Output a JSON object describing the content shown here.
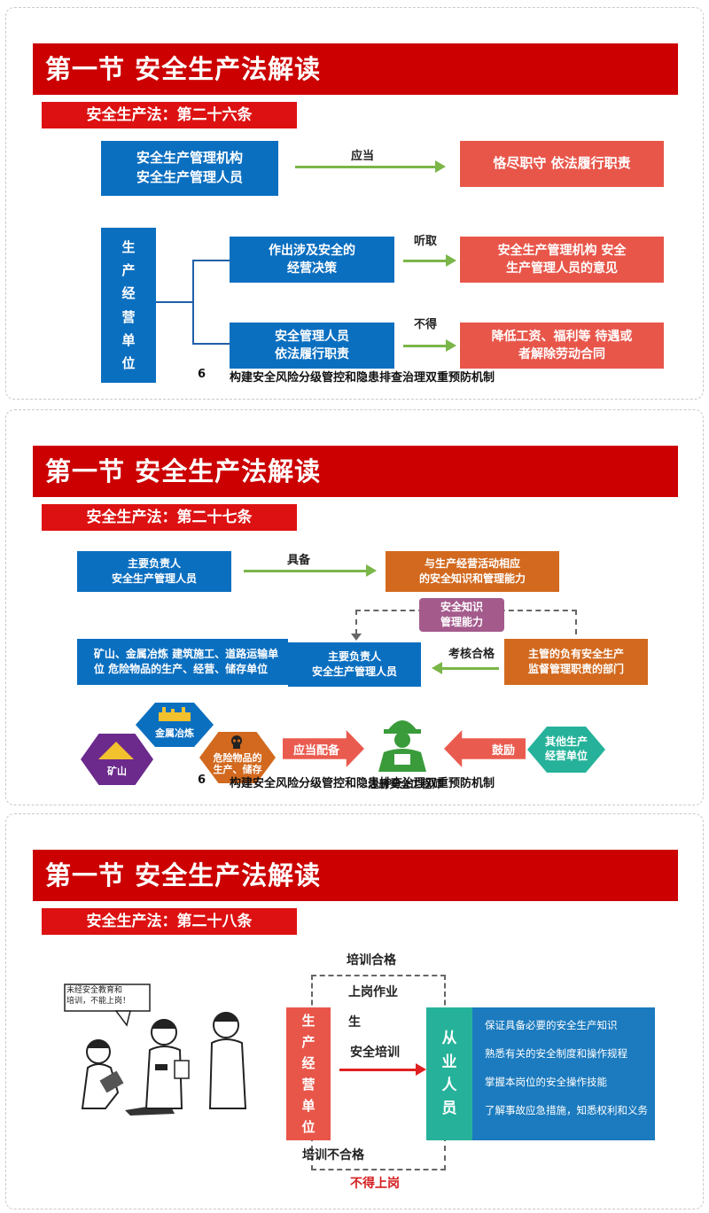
{
  "footnote": {
    "num": "6",
    "text": "构建安全风险分级管控和隐患排查治理双重预防机制"
  },
  "slide1": {
    "header": "第一节  安全生产法解读",
    "sub": "安全生产法：第二十六条",
    "box_top": "安全生产管理机构\n安全生产管理人员",
    "arrow1_label": "应当",
    "box_top_right": "恪尽职守 依法履行职责",
    "unit_vertical": "生\n产\n经\n营\n单\n位",
    "box_mid": "作出涉及安全的\n经营决策",
    "arrow2_label": "听取",
    "box_mid_right": "安全生产管理机构 安全\n生产管理人员的意见",
    "box_bot": "安全管理人员\n依法履行职责",
    "arrow3_label": "不得",
    "box_bot_right": "降低工资、福利等 待遇或\n者解除劳动合同"
  },
  "slide2": {
    "header": "第一节  安全生产法解读",
    "sub": "安全生产法：第二十七条",
    "box_tl": "主要负责人\n安全生产管理人员",
    "arrow_have": "具备",
    "box_tr": "与生产经营活动相应\n的安全知识和管理能力",
    "box_knowledge": "安全知识\n管理能力",
    "box_left": "矿山、金属冶炼 建筑施工、道路运输单\n位 危险物品的生产、经营、储存单位",
    "box_center": "主要负责人\n安全生产管理人员",
    "arrow_exam": "考核合格",
    "box_right": "主管的负有安全生产\n监督管理职责的部门",
    "hex_metal": "金属冶炼",
    "hex_mine": "矿山",
    "hex_danger": "危险物品的\n生产、储存",
    "arrow_should": "应当配备",
    "engineer": "注册安全工程师",
    "arrow_encourage": "鼓励",
    "hex_other": "其他生产\n经营单位"
  },
  "slide3": {
    "header": "第一节  安全生产法解读",
    "sub": "安全生产法：第二十八条",
    "cartoon_bubble": "未经安全教育和\n培训，不能上岗！",
    "train_pass": "培训合格",
    "on_duty": "上岗作业",
    "sheng": "生",
    "safety_training": "安全培训",
    "unit_vertical": "生\n产\n经\n营\n单\n位",
    "worker_vertical": "从\n业\n人\n员",
    "bullets": [
      "保证具备必要的安全生产知识",
      "熟悉有关的安全制度和操作规程",
      "掌握本岗位的安全操作技能",
      "了解事故应急措施，知悉权利和义务"
    ],
    "train_fail": "培训不合格",
    "no_duty": "不得上岗"
  },
  "colors": {
    "header_red": "#cc0000",
    "blue": "#0b6fc0",
    "coral": "#e8564a",
    "orange": "#d2691e",
    "green": "#7ab648",
    "teal": "#26b29a"
  }
}
